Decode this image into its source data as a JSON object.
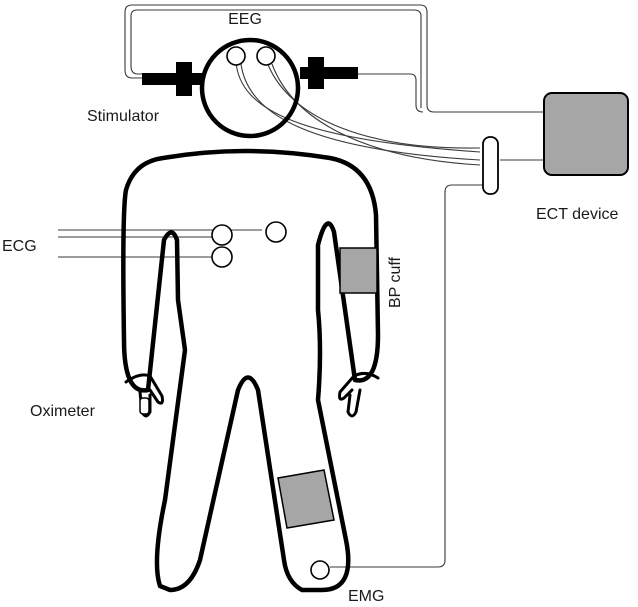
{
  "labels": {
    "eeg": "EEG",
    "stimulator": "Stimulator",
    "ect_device": "ECT device",
    "ecg": "ECG",
    "bp_cuff": "BP cuff",
    "oximeter": "Oximeter",
    "emg": "EMG"
  },
  "colors": {
    "outline": "#000000",
    "cuff_fill": "#a6a6a6",
    "device_fill": "#a6a6a6",
    "wire": "#3a3a3a"
  }
}
